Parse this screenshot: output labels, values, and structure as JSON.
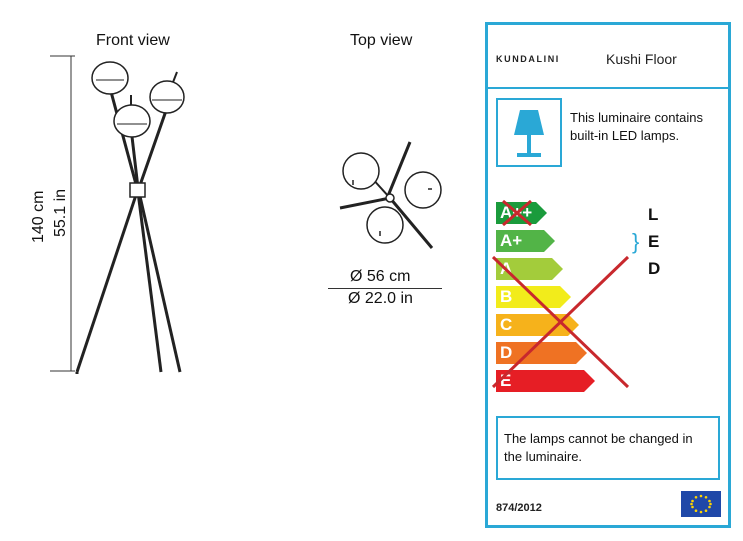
{
  "front_view": {
    "title": "Front view",
    "height_cm": "140 cm",
    "height_in": "55.1 in"
  },
  "top_view": {
    "title": "Top view",
    "diameter_cm": "Ø 56 cm",
    "diameter_in": "Ø 22.0 in"
  },
  "energy_label": {
    "brand": "KUNDALINI",
    "model": "Kushi Floor",
    "builtin_text": "This luminaire contains built-in LED lamps.",
    "classes": [
      {
        "label": "A++",
        "color": "#1a9b3c"
      },
      {
        "label": "A+",
        "color": "#52b447"
      },
      {
        "label": "A",
        "color": "#a3cc3b"
      },
      {
        "label": "B",
        "color": "#f2ec1b"
      },
      {
        "label": "C",
        "color": "#f6b21b"
      },
      {
        "label": "D",
        "color": "#ef7223"
      },
      {
        "label": "E",
        "color": "#e61e25"
      }
    ],
    "led_letters": [
      "L",
      "E",
      "D"
    ],
    "bottom_text": "The lamps cannot be changed in the luminaire.",
    "regulation": "874/2012",
    "cross_color": "#c8282d",
    "frame_color": "#2aa8d6"
  }
}
